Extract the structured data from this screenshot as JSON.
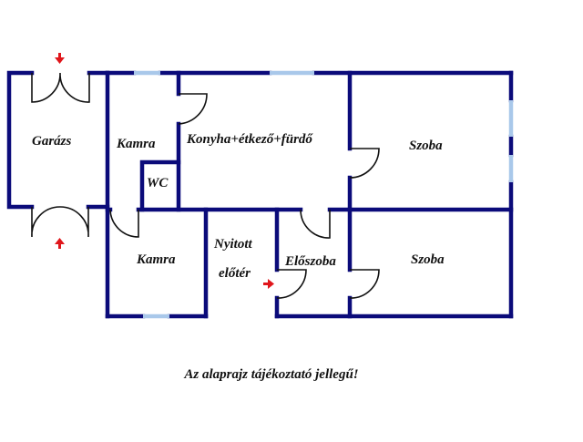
{
  "plan": {
    "wall_color": "#0b0b7a",
    "window_color": "#a9c8ea",
    "door_color": "#111111",
    "arrow_color": "#e0161b",
    "rooms": [
      {
        "id": "garazs",
        "label": "Garázs"
      },
      {
        "id": "kamra_top",
        "label": "Kamra"
      },
      {
        "id": "wc",
        "label": "WC"
      },
      {
        "id": "konyha",
        "label": "Konyha+étkező+fürdő"
      },
      {
        "id": "szoba_top",
        "label": "Szoba"
      },
      {
        "id": "kamra_bottom",
        "label": "Kamra"
      },
      {
        "id": "nyitott_1",
        "label": "Nyitott"
      },
      {
        "id": "nyitott_2",
        "label": "előtér"
      },
      {
        "id": "eloszoba",
        "label": "Előszoba"
      },
      {
        "id": "szoba_bottom",
        "label": "Szoba"
      }
    ],
    "entrances": [
      {
        "id": "garage-top-entrance",
        "direction": "down"
      },
      {
        "id": "garage-bottom-entrance",
        "direction": "up"
      },
      {
        "id": "main-entrance",
        "direction": "right"
      }
    ]
  },
  "caption": "Az alaprajz tájékoztató jellegű!"
}
